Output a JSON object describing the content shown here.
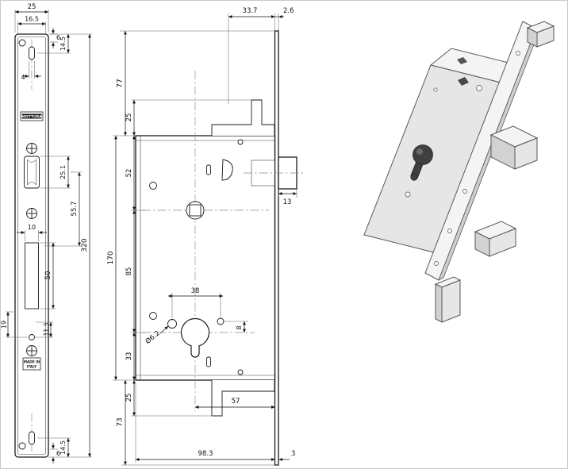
{
  "brand": {
    "logo": "MOTTURA",
    "made_in_top": "MADE IN",
    "made_in_bottom": "ITALY"
  },
  "front_view": {
    "width": "25",
    "inner_width": "16.5",
    "top_edge": "6",
    "top_slot": "14.5",
    "slot_width": "4",
    "roller_height": "25.1",
    "roller_to_mid": "55.7",
    "height": "320",
    "cutout_width": "10",
    "cutout_height": "50",
    "lower_left": "19",
    "lower_hole": "11.3",
    "bottom_slot": "14.5",
    "bottom_edge": "6"
  },
  "side_view": {
    "top_offset": "33.7",
    "plate_thickness": "2.6",
    "top_to_body": "77",
    "hook_top": "25",
    "body_to_spindle": "52",
    "body_height": "170",
    "spindle_to_cylinder": "85",
    "cylinder_to_bottom": "33",
    "hook_bottom": "25",
    "bottom_run": "73",
    "bolt_throw": "13",
    "hole_span": "38",
    "hole_diameter": "Ø6.2",
    "hole_offset": "8",
    "backset": "57",
    "body_depth": "98.3",
    "rear_offset": "3"
  }
}
